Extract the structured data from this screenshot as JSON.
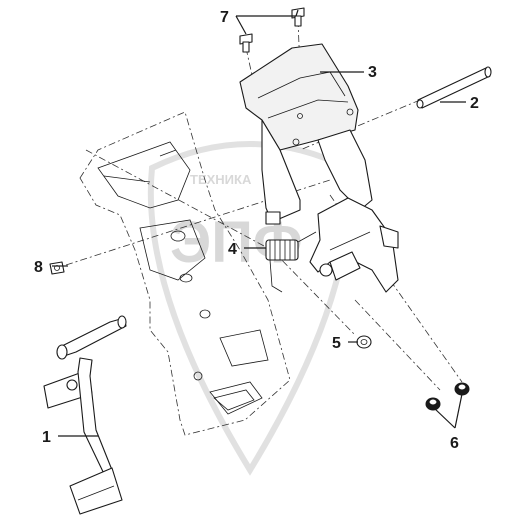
{
  "watermark": {
    "brand_text": "ТЕХНИКА",
    "logo_text": "ЭПФ"
  },
  "callouts": {
    "c1": "1",
    "c2": "2",
    "c3": "3",
    "c4": "4",
    "c5": "5",
    "c6": "6",
    "c7": "7",
    "c8": "8"
  },
  "colors": {
    "line": "#1a1a1a",
    "watermark": "#c8c8c8",
    "background": "#ffffff"
  }
}
